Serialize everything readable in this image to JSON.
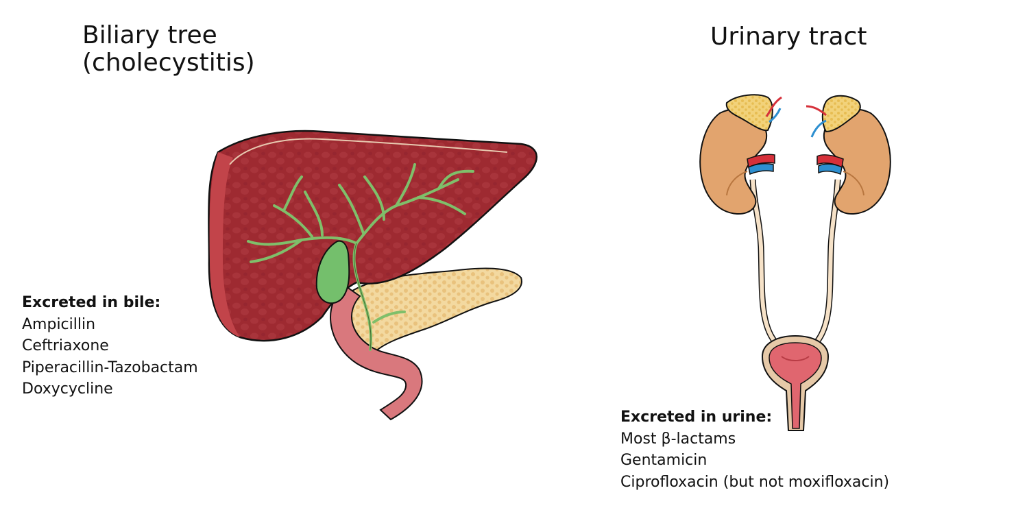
{
  "panels": {
    "biliary": {
      "title_line1": "Biliary tree",
      "title_line2": "(cholecystitis)",
      "caption_heading": "Excreted in bile:",
      "drugs": [
        "Ampicillin",
        "Ceftriaxone",
        "Piperacillin-Tazobactam",
        "Doxycycline"
      ]
    },
    "urinary": {
      "title": "Urinary tract",
      "caption_heading": "Excreted in urine:",
      "drugs": [
        "Most β-lactams",
        "Gentamicin",
        "Ciprofloxacin (but not moxifloxacin)"
      ]
    }
  },
  "colors": {
    "liver": "#9e2a31",
    "liver_edge": "#c2444a",
    "bile_ducts": "#7fbf6a",
    "gallbladder": "#74bf6c",
    "pancreas": "#f3d9a0",
    "duodenum": "#d9787d",
    "kidney": "#e2a46e",
    "adrenal": "#f2d27a",
    "ureter": "#f6e2c8",
    "bladder": "#e0666f",
    "artery": "#d6303a",
    "vein": "#2d8fd0"
  }
}
